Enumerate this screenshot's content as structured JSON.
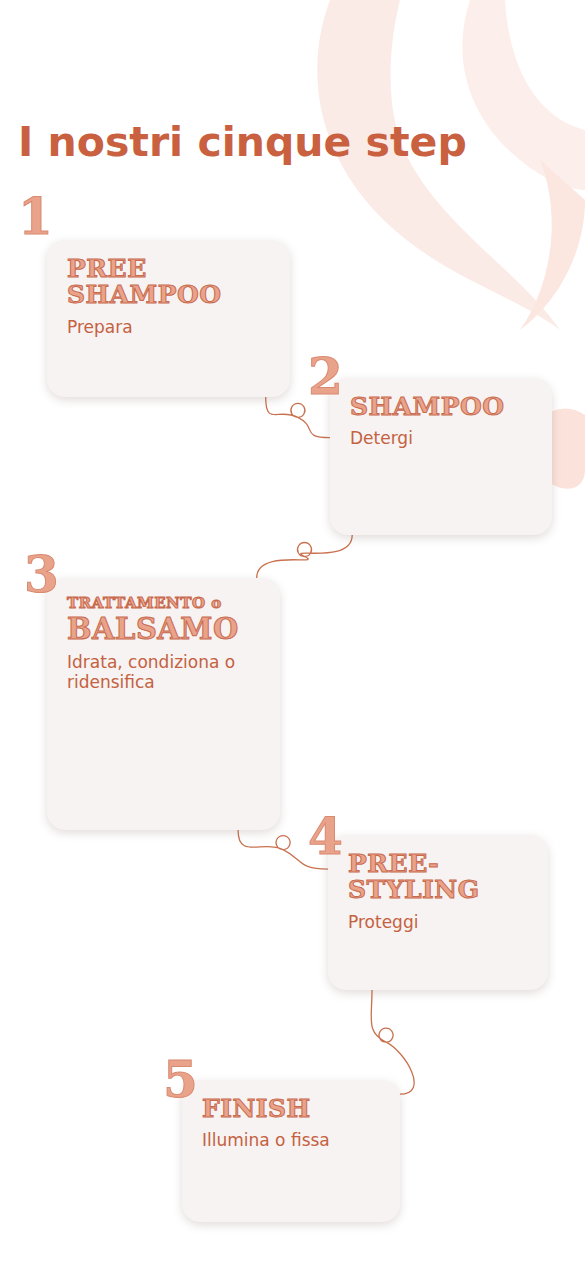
{
  "diagram": {
    "title": "I nostri cinque step",
    "nodes": [
      {
        "text": [
          "PREE SHAMPOO",
          "Prepara"
        ]
      },
      {
        "text": [
          "SHAMPOO",
          "Detergi"
        ]
      },
      {
        "text": [
          "TRATTAMENTO o",
          "BALSAMO",
          "Idrata, condiziona o ridensifica"
        ]
      },
      {
        "text": [
          "PREE-STYLING",
          "Proteggi"
        ]
      },
      {
        "text": [
          "FINISH",
          "Illumina o fissa"
        ]
      }
    ],
    "edges": [
      {
        "from": 0,
        "to": 1,
        "arrow": "none"
      },
      {
        "from": 1,
        "to": 2,
        "arrow": "none"
      },
      {
        "from": 2,
        "to": 3,
        "arrow": "none"
      },
      {
        "from": 3,
        "to": 4,
        "arrow": "none"
      }
    ],
    "labels": [
      "1",
      "2",
      "3",
      "4",
      "5"
    ]
  }
}
